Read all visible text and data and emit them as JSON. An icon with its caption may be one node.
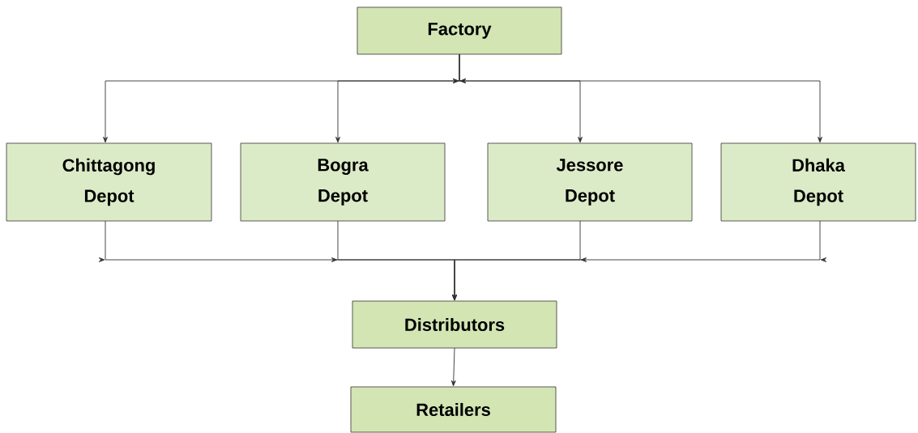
{
  "diagram": {
    "nodes": [
      {
        "text": [
          "Factory"
        ]
      },
      {
        "text": [
          "Chittagong Depot"
        ]
      },
      {
        "text": [
          "Bogra Depot"
        ]
      },
      {
        "text": [
          "Jessore Depot"
        ]
      },
      {
        "text": [
          "Dhaka Depot"
        ]
      },
      {
        "text": [
          "Distributors"
        ]
      },
      {
        "text": [
          "Retailers"
        ]
      }
    ],
    "edges": [
      {
        "from": 0,
        "to": 1,
        "arrow": "to"
      },
      {
        "from": 0,
        "to": 2,
        "arrow": "to"
      },
      {
        "from": 0,
        "to": 3,
        "arrow": "to"
      },
      {
        "from": 0,
        "to": 4,
        "arrow": "to"
      },
      {
        "from": 1,
        "to": 5,
        "arrow": "to"
      },
      {
        "from": 2,
        "to": 5,
        "arrow": "to"
      },
      {
        "from": 3,
        "to": 5,
        "arrow": "to"
      },
      {
        "from": 4,
        "to": 5,
        "arrow": "to"
      },
      {
        "from": 5,
        "to": 6,
        "arrow": "to"
      }
    ]
  }
}
